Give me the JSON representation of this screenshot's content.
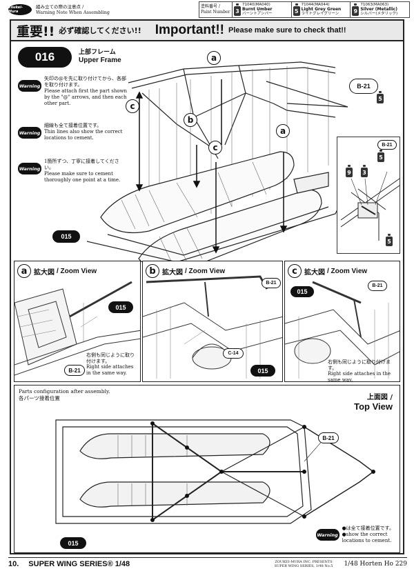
{
  "header": {
    "logo": "Zoukei-Mura",
    "note_jp": "組み立ての際の注意点 /",
    "note_en": "Warning Note When Assembling",
    "paint_label_jp": "塗料番号 /",
    "paint_label_en": "Paint Number",
    "paints": [
      {
        "num": "3",
        "code": "71040(MA040)",
        "name_en": "Burnt Umber",
        "name_jp": "バーントアンバー"
      },
      {
        "num": "5",
        "code": "71044(MA044)",
        "name_en": "Light Grey Green",
        "name_jp": "ライトグレイグリーン"
      },
      {
        "num": "9",
        "code": "71063(MA063)",
        "name_en": "Silver (Metallic)",
        "name_jp": "シルバー(メタリック)"
      }
    ]
  },
  "banner": {
    "jp_big": "重要!!",
    "jp_med": "必ず確認してください!!",
    "en_big": "Important!!",
    "en_med": "Please make sure to check that!!"
  },
  "step": {
    "number": "016",
    "title_jp": "上部フレーム",
    "title_en": "Upper Frame"
  },
  "warnings": [
    {
      "badge": "Warning",
      "jp": "矢印の@を先に取り付けてから、各部を取り付けます。",
      "en": "Please attach first the part shown by the \"@\" arrows, and then each other part."
    },
    {
      "badge": "Warning",
      "jp": "細線も全て接着位置です。",
      "en": "Thin lines also show the correct locations to cement."
    },
    {
      "badge": "Warning",
      "jp": "1箇所ずつ、丁寧に接着してください。",
      "en": "Please make sure to cement thoroughly one point at a time."
    }
  ],
  "labels": {
    "a": "a",
    "b": "b",
    "c": "c",
    "part_b21": "B-21",
    "part_c14": "C-14",
    "prev_step": "015"
  },
  "zooms": [
    {
      "letter": "a",
      "title_jp": "拡大図",
      "title_en": "/ Zoom View",
      "note_jp": "右側も同じように取り付けます。",
      "note_en": "Right side attaches in the same way."
    },
    {
      "letter": "b",
      "title_jp": "拡大図",
      "title_en": "/ Zoom View"
    },
    {
      "letter": "c",
      "title_jp": "拡大図",
      "title_en": "/ Zoom View",
      "note_jp": "右側も同じように取り付けます。",
      "note_en": "Right side attaches in the same way."
    }
  ],
  "topview": {
    "note_en": "Parts configuration after assembly.",
    "note_jp": "各パーツ接着位置",
    "title_jp": "上面図 /",
    "title_en": "Top View",
    "warn_badge": "Warning",
    "warn_jp": "●は全て接着位置です。",
    "warn_en1": "●show the correct",
    "warn_en2": "locations to cement."
  },
  "footer": {
    "page": "10.",
    "series": "SUPER WING SERIES® 1/48",
    "publisher1": "ZOUKEI-MURA INC. PRESENTS",
    "publisher2": "SUPER WING SERIES, 1/48 No.5",
    "model": "1/48  Horten Ho 229"
  }
}
